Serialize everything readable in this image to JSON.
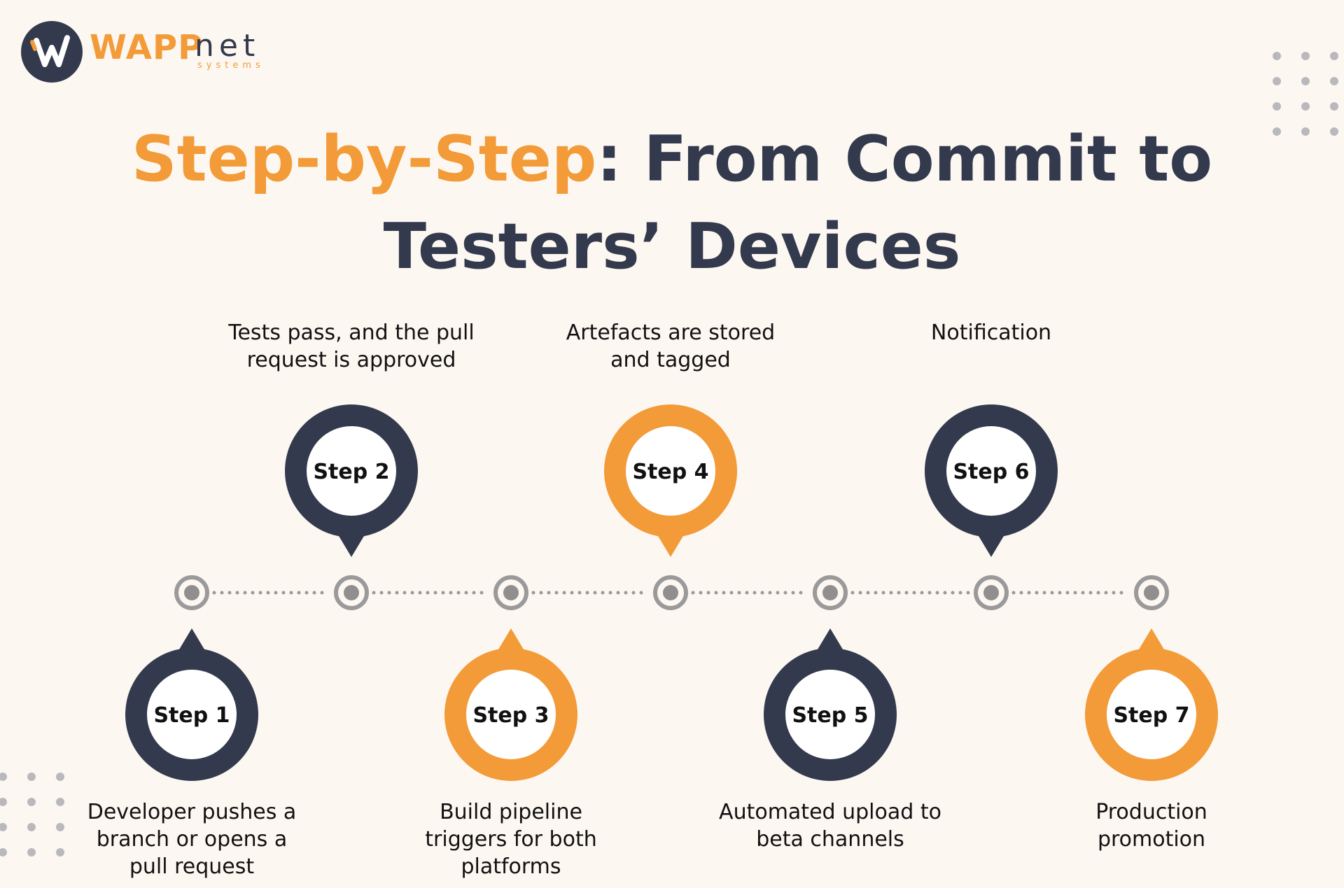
{
  "brand": {
    "logo_main": "WAPP",
    "logo_suffix": "net",
    "logo_sub": "systems"
  },
  "title": {
    "highlight": "Step-by-Step",
    "rest": ": From Commit to Testers’ Devices"
  },
  "colors": {
    "navy": "#333a4d",
    "orange": "#f29b38",
    "background": "#fdf7f1",
    "connector": "#9a9a9a"
  },
  "steps": [
    {
      "label": "Step 1",
      "caption": "Developer pushes a branch or opens a pull request",
      "color": "navy"
    },
    {
      "label": "Step 2",
      "caption": "Tests pass, and the pull request is approved",
      "color": "navy"
    },
    {
      "label": "Step 3",
      "caption": "Build pipeline triggers for both platforms",
      "color": "orange"
    },
    {
      "label": "Step 4",
      "caption": "Artefacts are stored and tagged",
      "color": "orange"
    },
    {
      "label": "Step 5",
      "caption": "Automated upload to beta channels",
      "color": "navy"
    },
    {
      "label": "Step 6",
      "caption": "Notification",
      "color": "navy"
    },
    {
      "label": "Step 7",
      "caption": "Production promotion",
      "color": "orange"
    }
  ]
}
